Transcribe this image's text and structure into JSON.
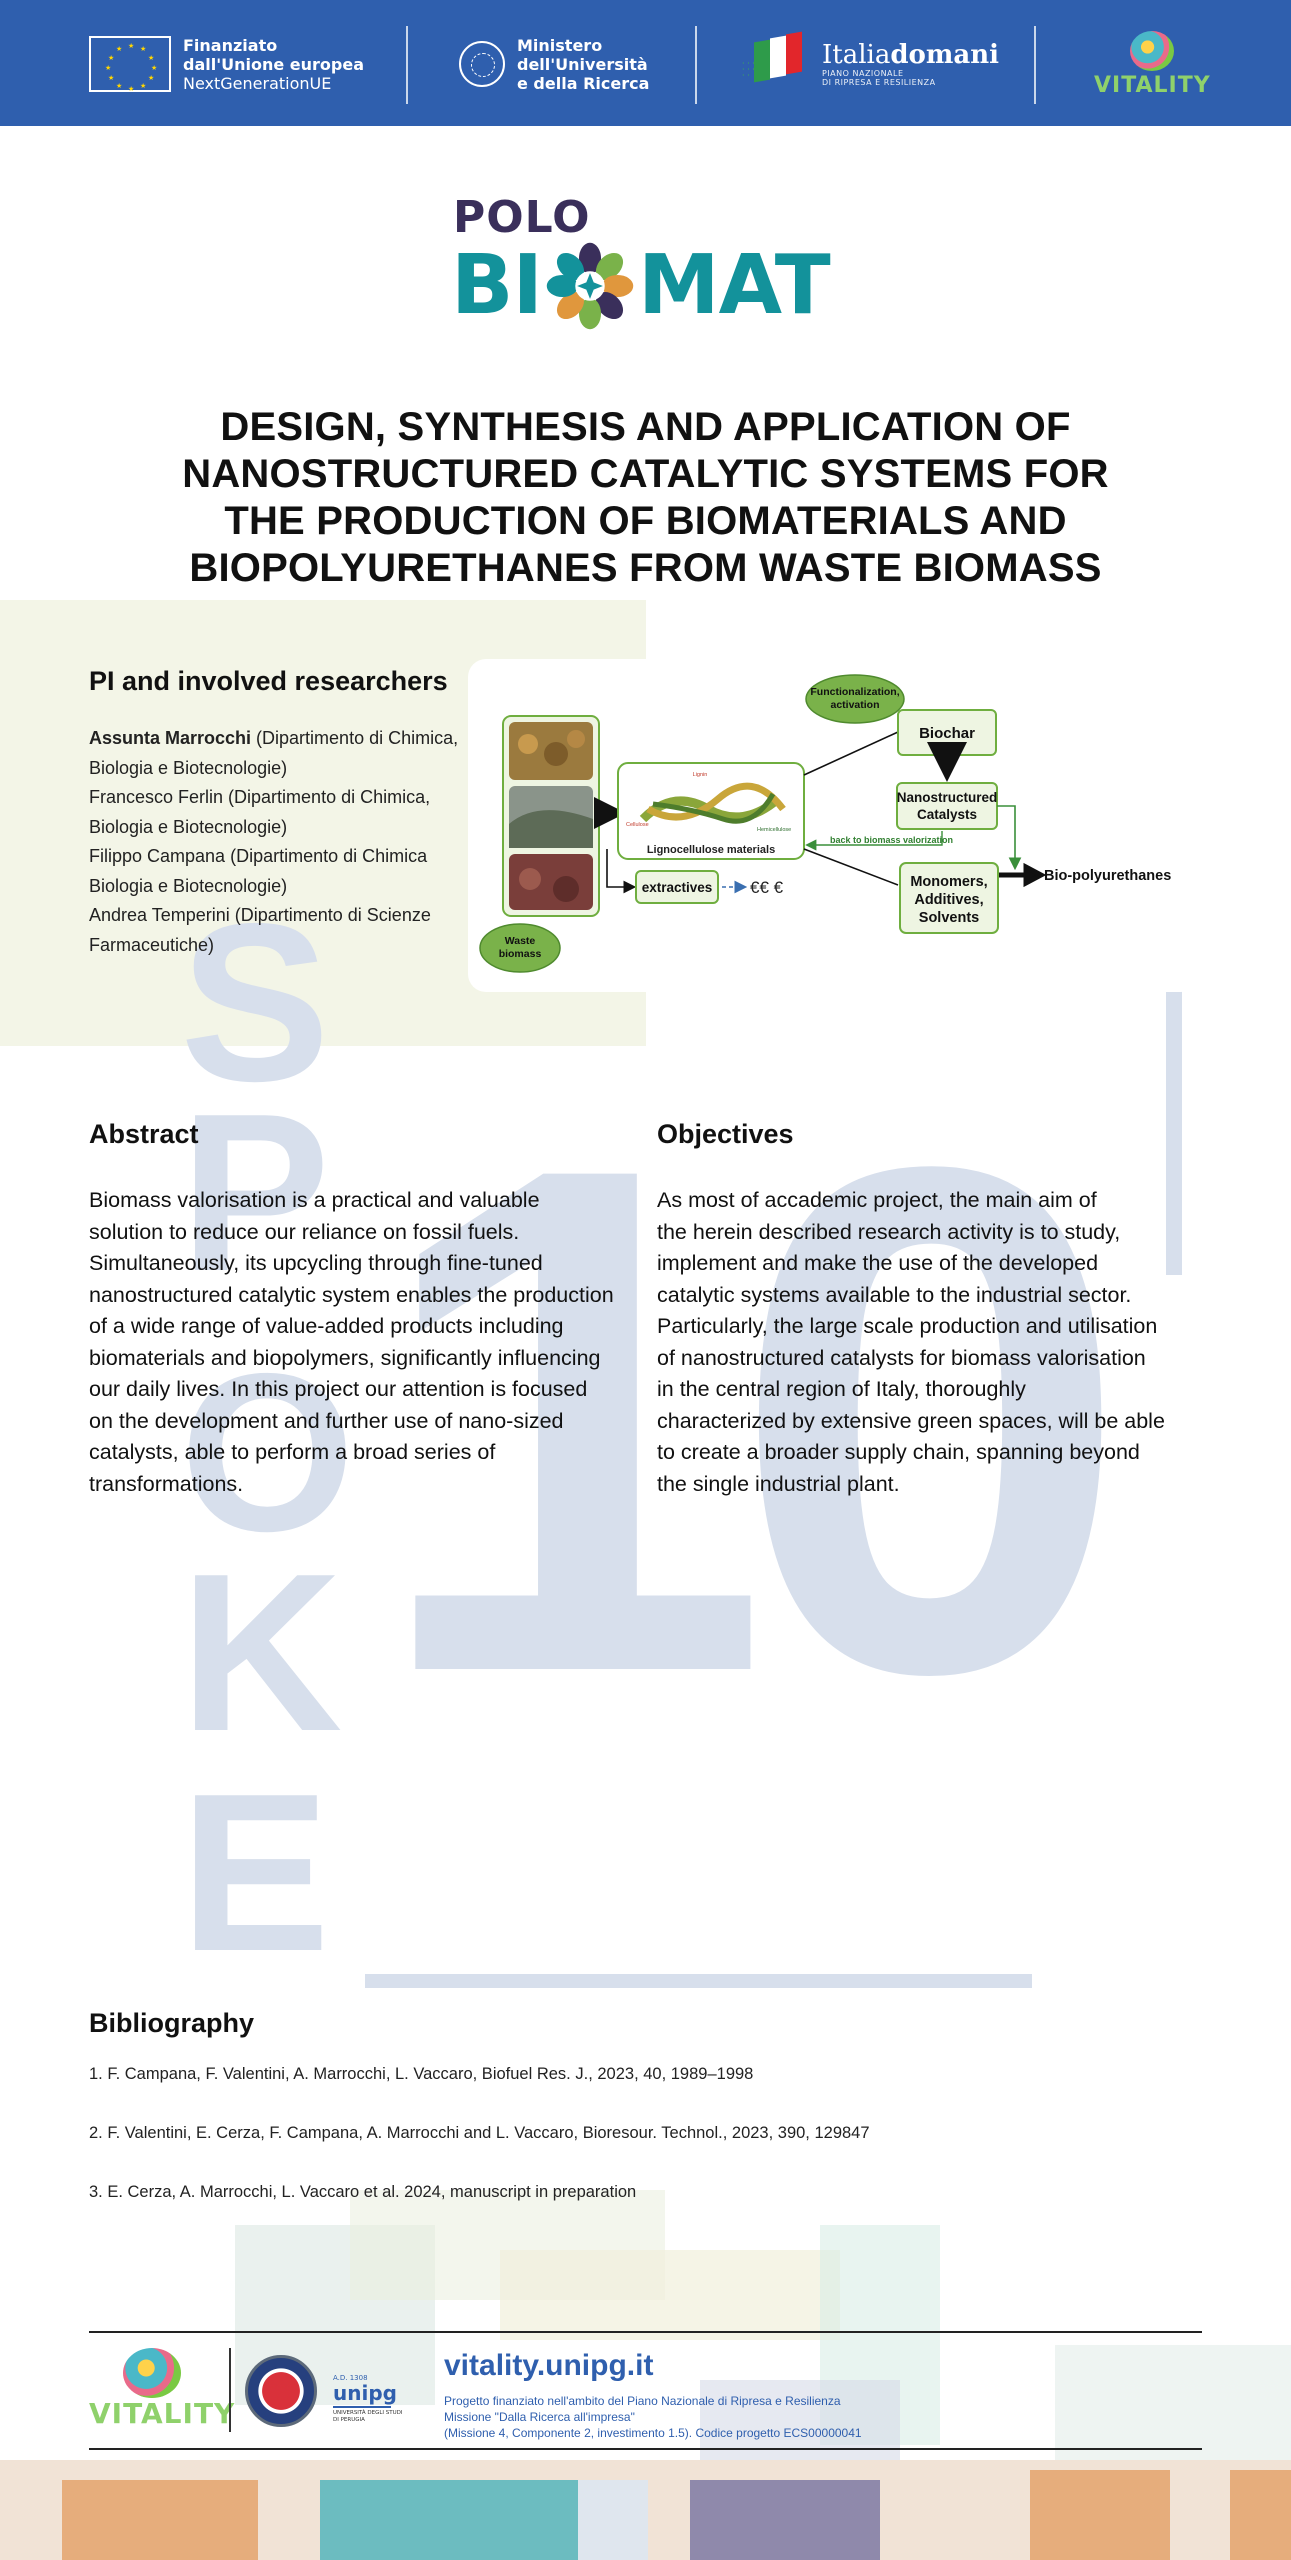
{
  "header": {
    "eu": {
      "line1": "Finanziato",
      "line2": "dall'Unione europea",
      "line3": "NextGenerationUE"
    },
    "ministry": {
      "line1": "Ministero",
      "line2": "dell'Università",
      "line3": "e della Ricerca"
    },
    "italiadomani": {
      "word_a": "Italia",
      "word_b": "domani",
      "sub1": "PIANO NAZIONALE",
      "sub2": "DI RIPRESA E RESILIENZA"
    },
    "vitality": "VITALITY"
  },
  "logo": {
    "polo": "POLO",
    "bi": "BI",
    "mat": "MAT"
  },
  "title": {
    "lines": [
      "DESIGN, SYNTHESIS AND APPLICATION OF",
      "NANOSTRUCTURED CATALYTIC SYSTEMS FOR",
      "THE PRODUCTION OF BIOMATERIALS AND",
      "BIOPOLYURETHANES FROM WASTE BIOMASS"
    ]
  },
  "spoke": {
    "letters": [
      "S",
      "P",
      "O",
      "K",
      "E"
    ],
    "number": "10"
  },
  "researchers": {
    "heading": "PI and involved researchers",
    "people": [
      {
        "name": "Assunta Marrocchi",
        "affiliation_a": " (Dipartimento di Chimica,",
        "affiliation_b": "Biologia e Biotecnologie)"
      },
      {
        "name": "Francesco Ferlin",
        "affiliation_a": " (Dipartimento di Chimica,",
        "affiliation_b": "Biologia e Biotecnologie)"
      },
      {
        "name": "Filippo Campana",
        "affiliation_a": " (Dipartimento di Chimica",
        "affiliation_b": "Biologia e Biotecnologie)"
      },
      {
        "name": "Andrea Temperini",
        "affiliation_a": " (Dipartimento di Scienze",
        "affiliation_b": "Farmaceutiche)"
      }
    ]
  },
  "diagram": {
    "waste_biomass_a": "Waste",
    "waste_biomass_b": "biomass",
    "lignocellulose": "Lignocellulose materials",
    "lignin": "Lignin",
    "cellulose": "Cellulose",
    "hemicellulose": "Hemicellulose",
    "functionalization_a": "Functionalization,",
    "functionalization_b": "activation",
    "biochar": "Biochar",
    "nano_a": "Nanostructured",
    "nano_b": "Catalysts",
    "back_to_biomass": "back to biomass valorization",
    "monomers_a": "Monomers,",
    "monomers_b": "Additives,",
    "monomers_c": "Solvents",
    "bio_polyurethanes": "Bio-polyurethanes",
    "extractives": "extractives",
    "euro": "€€ €"
  },
  "abstract": {
    "heading": "Abstract",
    "lines": [
      "Biomass valorisation is a practical and valuable",
      "solution to reduce our reliance on fossil fuels.",
      "Simultaneously, its upcycling through fine-tuned",
      "nanostructured catalytic system enables the production",
      "of a wide range of value-added products including",
      "biomaterials and biopolymers, significantly influencing",
      "our daily lives. In this project our attention is focused",
      "on the development and further use of nano-sized",
      "catalysts, able to perform a broad series of",
      "transformations."
    ]
  },
  "objectives": {
    "heading": "Objectives",
    "lines": [
      "As most of accademic project, the main aim of",
      "the herein described research activity is to study,",
      "implement and make the use of the developed",
      "catalytic systems available to the industrial sector.",
      "Particularly, the large scale production and utilisation",
      "of nanostructured catalysts for biomass valorisation",
      "in the central region of Italy, thoroughly",
      "characterized by extensive green spaces, will be able",
      "to create a broader supply chain, spanning beyond",
      "the single industrial plant."
    ]
  },
  "bibliography": {
    "heading": "Bibliography",
    "items": [
      "1. F. Campana, F. Valentini, A. Marrocchi, L. Vaccaro, Biofuel Res. J., 2023, 40, 1989–1998",
      "2. F. Valentini, E. Cerza, F. Campana, A. Marrocchi and L. Vaccaro, Bioresour. Technol., 2023, 390, 129847",
      "3. E. Cerza, A. Marrocchi, L. Vaccaro et al. 2024, manuscript in preparation"
    ]
  },
  "footer": {
    "vitality": "VITALITY",
    "unipg_small": "A.D. 1308",
    "unipg_big": "unipg",
    "unipg_tiny_a": "UNIVERSITÀ DEGLI STUDI",
    "unipg_tiny_b": "DI PERUGIA",
    "url": "vitality.unipg.it",
    "fund_lines": [
      "Progetto finanziato nell'ambito del Piano Nazionale di Ripresa e Resilienza",
      "Missione \"Dalla Ricerca all'impresa\"",
      "(Missione 4, Componente 2, investimento 1.5). Codice progetto ECS00000041"
    ]
  },
  "colors": {
    "header_blue": "#2f5fae",
    "teal": "#13929b",
    "spoke_blue": "#d7dfec",
    "cream": "#f3f5e7",
    "diagram_green": "#7ab24a"
  }
}
